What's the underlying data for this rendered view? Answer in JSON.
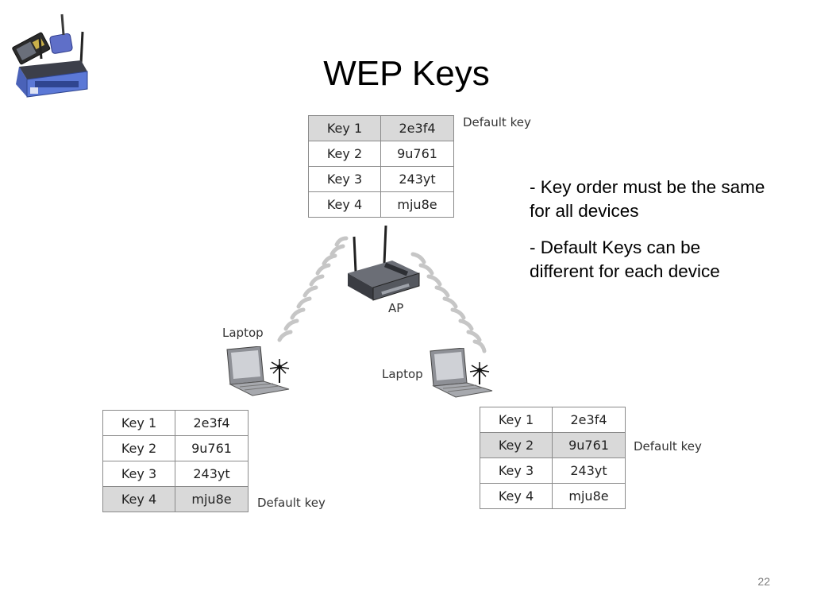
{
  "slide": {
    "title": "WEP Keys",
    "page_number": "22",
    "notes": [
      "- Key order must be the same for all devices",
      "- Default Keys can be different for each device"
    ]
  },
  "ap": {
    "label": "AP",
    "default_key_label": "Default key",
    "default_row": 0,
    "keys": [
      {
        "key": "Key 1",
        "value": "2e3f4"
      },
      {
        "key": "Key 2",
        "value": "9u761"
      },
      {
        "key": "Key 3",
        "value": "243yt"
      },
      {
        "key": "Key 4",
        "value": "mju8e"
      }
    ]
  },
  "laptop_left": {
    "label": "Laptop",
    "default_key_label": "Default key",
    "default_row": 3,
    "keys": [
      {
        "key": "Key 1",
        "value": "2e3f4"
      },
      {
        "key": "Key 2",
        "value": "9u761"
      },
      {
        "key": "Key 3",
        "value": "243yt"
      },
      {
        "key": "Key 4",
        "value": "mju8e"
      }
    ]
  },
  "laptop_right": {
    "label": "Laptop",
    "default_key_label": "Default key",
    "default_row": 1,
    "keys": [
      {
        "key": "Key 1",
        "value": "2e3f4"
      },
      {
        "key": "Key 2",
        "value": "9u761"
      },
      {
        "key": "Key 3",
        "value": "243yt"
      },
      {
        "key": "Key 4",
        "value": "mju8e"
      }
    ]
  }
}
